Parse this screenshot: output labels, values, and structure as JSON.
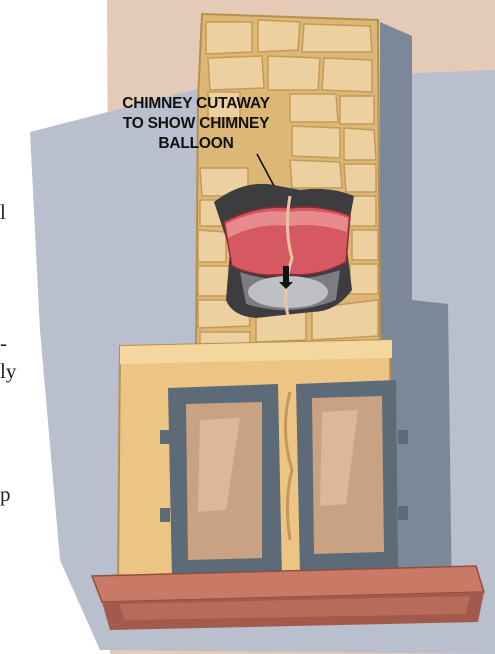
{
  "callout": {
    "lines": [
      "CHIMNEY CUTAWAY",
      "TO SHOW CHIMNEY",
      "BALLOON"
    ]
  },
  "margin_text": {
    "fragments": [
      "l",
      "-",
      "ly",
      "p"
    ]
  },
  "colors": {
    "backdrop_top": "#e4cbb8",
    "backdrop_wall": "#b9bfcd",
    "wall_shadow": "#7c8799",
    "brick": "#dcb775",
    "brick_light": "#ecd0a0",
    "brick_edge": "#b78f4d",
    "mortar": "#f3e0b8",
    "flue_dark": "#3d3d3f",
    "balloon_red": "#d55863",
    "balloon_pink": "#e88b8f",
    "firebox": "#ecc585",
    "door_frame": "#5d6b78",
    "glass": "#c9a183",
    "hearth": "#c97a66",
    "hearth_dark": "#a25a4c"
  }
}
